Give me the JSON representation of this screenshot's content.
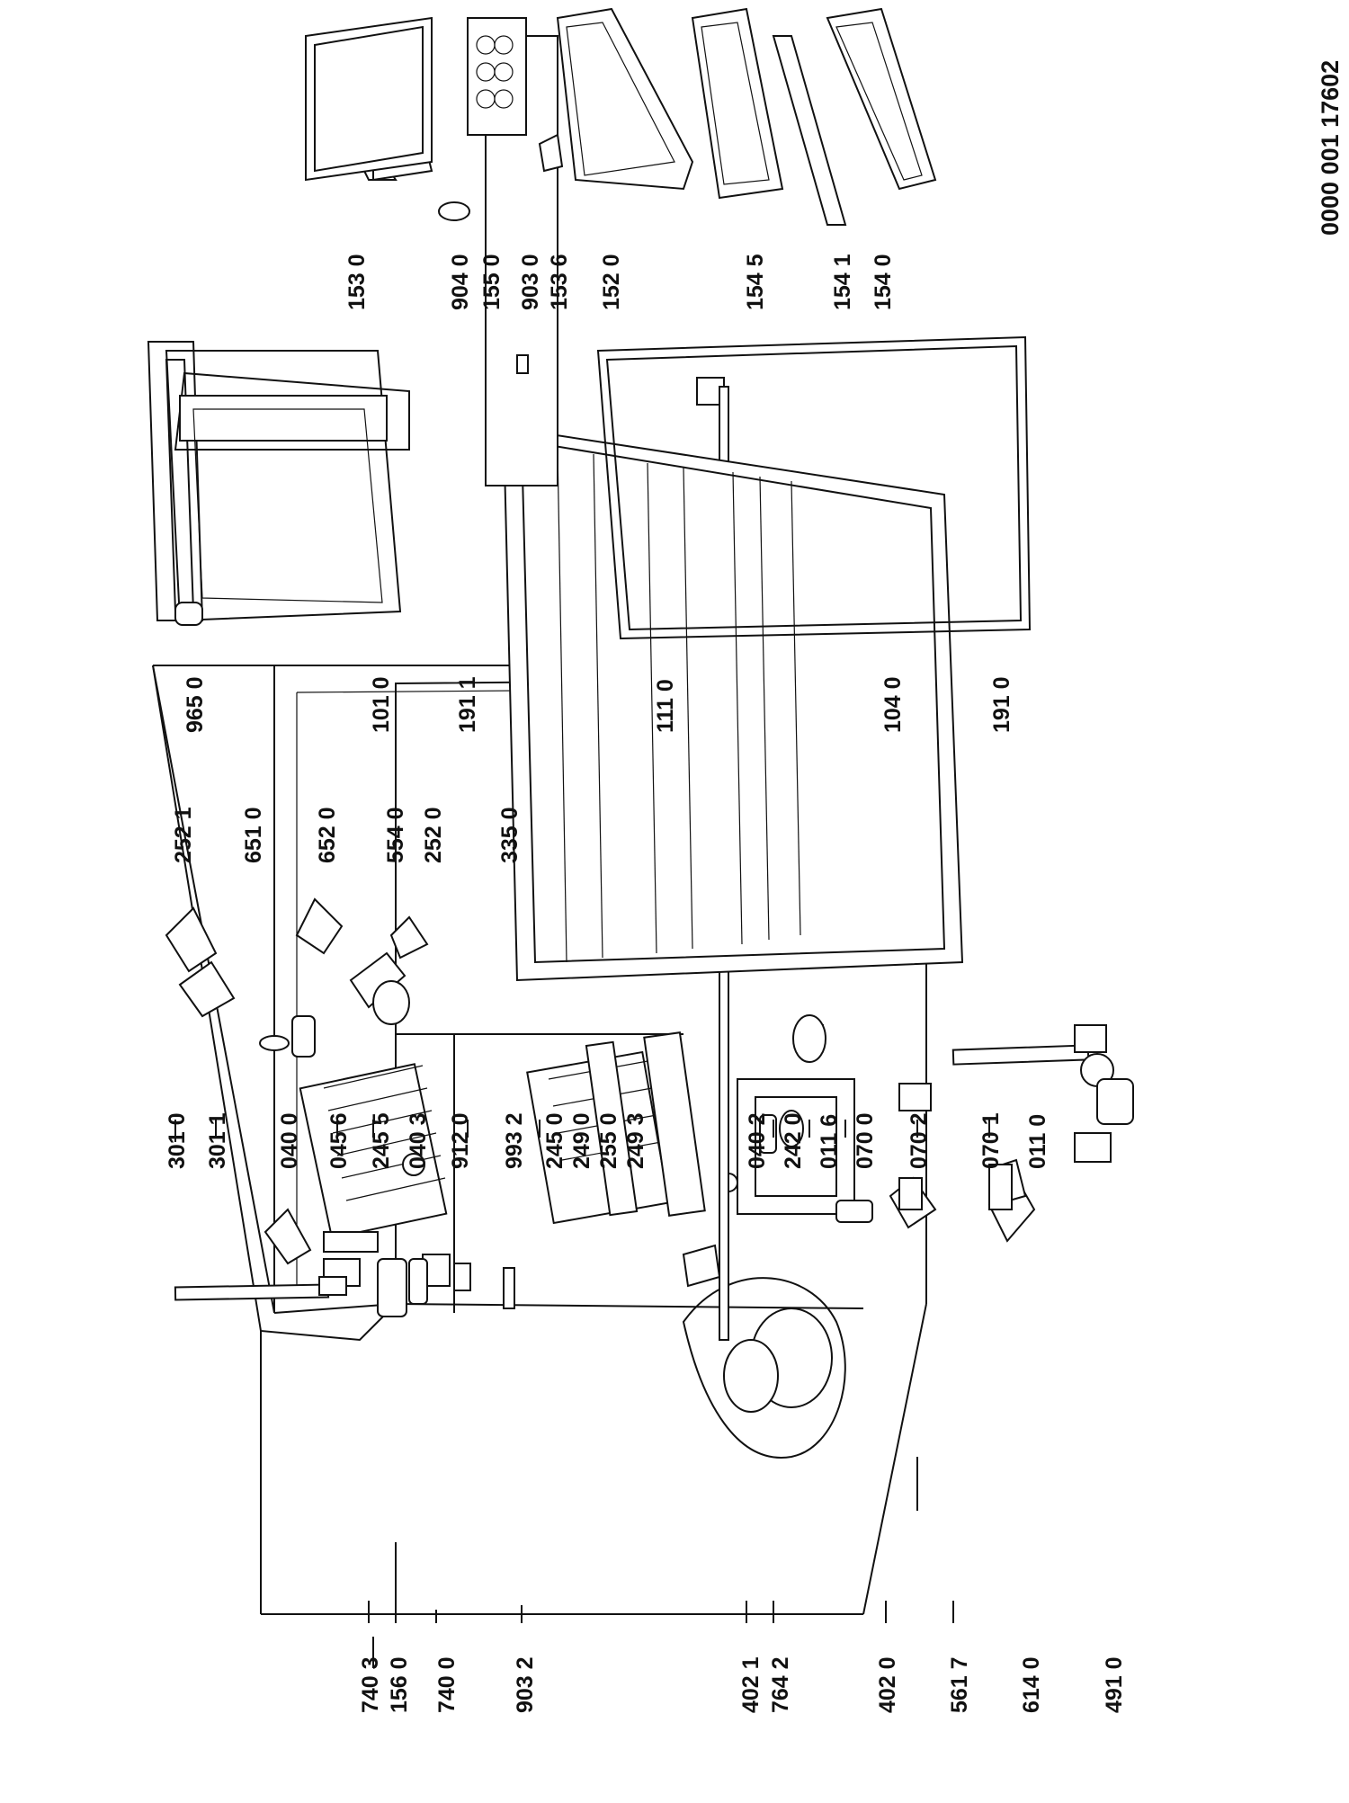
{
  "document_number": "0000 001 17602",
  "labels": [
    {
      "id": "l-7403",
      "text": "740 3"
    },
    {
      "id": "l-1560",
      "text": "156 0"
    },
    {
      "id": "l-7400",
      "text": "740 0"
    },
    {
      "id": "l-9032a",
      "text": "903 2"
    },
    {
      "id": "l-4021",
      "text": "402 1"
    },
    {
      "id": "l-7642",
      "text": "764 2"
    },
    {
      "id": "l-4020",
      "text": "402 0"
    },
    {
      "id": "l-5617",
      "text": "561 7"
    },
    {
      "id": "l-6140",
      "text": "614 0"
    },
    {
      "id": "l-4910",
      "text": "491 0"
    },
    {
      "id": "l-3010",
      "text": "301 0"
    },
    {
      "id": "l-3011",
      "text": "301 1"
    },
    {
      "id": "l-0400",
      "text": "040 0"
    },
    {
      "id": "l-0456",
      "text": "045 6"
    },
    {
      "id": "l-2455",
      "text": "245 5"
    },
    {
      "id": "l-0403",
      "text": "040 3"
    },
    {
      "id": "l-9120",
      "text": "912 0"
    },
    {
      "id": "l-9932",
      "text": "993 2"
    },
    {
      "id": "l-2450",
      "text": "245 0"
    },
    {
      "id": "l-2490",
      "text": "249 0"
    },
    {
      "id": "l-2550",
      "text": "255 0"
    },
    {
      "id": "l-2493",
      "text": "249 3"
    },
    {
      "id": "l-0402",
      "text": "040 2"
    },
    {
      "id": "l-2420",
      "text": "242 0"
    },
    {
      "id": "l-0116",
      "text": "011 6"
    },
    {
      "id": "l-0700",
      "text": "070 0"
    },
    {
      "id": "l-0702",
      "text": "070 2"
    },
    {
      "id": "l-0701",
      "text": "070 1"
    },
    {
      "id": "l-0110",
      "text": "011 0"
    },
    {
      "id": "l-2521",
      "text": "252 1"
    },
    {
      "id": "l-6510",
      "text": "651 0"
    },
    {
      "id": "l-6520",
      "text": "652 0"
    },
    {
      "id": "l-5540",
      "text": "554 0"
    },
    {
      "id": "l-2520",
      "text": "252 0"
    },
    {
      "id": "l-3350",
      "text": "335 0"
    },
    {
      "id": "l-9650",
      "text": "965 0"
    },
    {
      "id": "l-1010",
      "text": "101 0"
    },
    {
      "id": "l-1911",
      "text": "191 1"
    },
    {
      "id": "l-1110",
      "text": "111 0"
    },
    {
      "id": "l-1040",
      "text": "104 0"
    },
    {
      "id": "l-1910",
      "text": "191 0"
    },
    {
      "id": "l-1530",
      "text": "153 0"
    },
    {
      "id": "l-9040",
      "text": "904 0"
    },
    {
      "id": "l-1550",
      "text": "155 0"
    },
    {
      "id": "l-9030",
      "text": "903 0"
    },
    {
      "id": "l-1536",
      "text": "153 6"
    },
    {
      "id": "l-1520",
      "text": "152 0"
    },
    {
      "id": "l-1545",
      "text": "154 5"
    },
    {
      "id": "l-1541",
      "text": "154 1"
    },
    {
      "id": "l-1540",
      "text": "154 0"
    }
  ]
}
